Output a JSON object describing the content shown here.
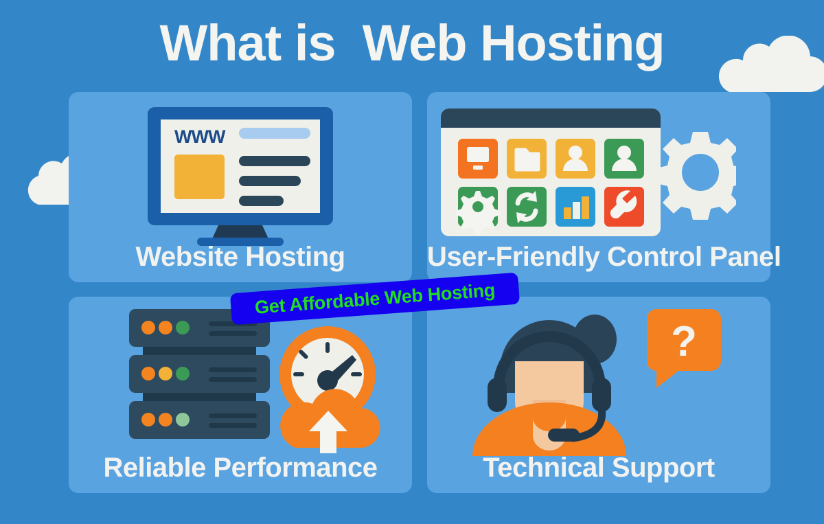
{
  "page": {
    "title": "What is  Web Hosting",
    "background_color": "#3387C9",
    "card_color": "#59A3E0",
    "title_color": "#F4F4F0"
  },
  "decor": {
    "cloud_left": "cloud-icon",
    "cloud_top_right": "cloud-icon",
    "cloud_color": "#F2F2EE"
  },
  "cards": [
    {
      "id": "website-hosting",
      "label": "Website Hosting",
      "art": "monitor-website-icon",
      "monitor": {
        "www_text": "WWW",
        "www_color": "#1B4B8A",
        "url_bar_color": "#A8CCF0",
        "image_block_color": "#F2B237",
        "text_line_color": "#2B4559",
        "screen_color": "#F0F0EA",
        "bezel_color": "#1B5FA8",
        "stand_color": "#1F3A52"
      }
    },
    {
      "id": "control-panel",
      "label": "User-Friendly Control Panel",
      "art": "control-panel-window-icon",
      "window": {
        "titlebar_color": "#2B4559",
        "body_color": "#F0F0EA",
        "gear_color": "#F0F0EA"
      },
      "tiles": [
        {
          "name": "monitor-tile",
          "icon": "monitor-icon",
          "color": "#F37321"
        },
        {
          "name": "folder-tile",
          "icon": "folder-icon",
          "color": "#F2B237"
        },
        {
          "name": "user-tile",
          "icon": "user-icon",
          "color": "#F2B237"
        },
        {
          "name": "accounts-tile",
          "icon": "user-icon",
          "color": "#3C9A57"
        },
        {
          "name": "settings-tile",
          "icon": "gear-icon",
          "color": "#3C9A57"
        },
        {
          "name": "backup-tile",
          "icon": "refresh-icon",
          "color": "#3C9A57"
        },
        {
          "name": "stats-tile",
          "icon": "bar-chart-icon",
          "color": "#2A9AD6"
        },
        {
          "name": "tools-tile",
          "icon": "wrench-icon",
          "color": "#EE4B2B"
        }
      ]
    },
    {
      "id": "reliable-performance",
      "label": "Reliable Performance",
      "art": "server-rack-and-speedometer-icon",
      "server": {
        "unit_color": "#2D4A5E",
        "line_color": "#20394A",
        "units": [
          {
            "leds": [
              "#F4841F",
              "#F4841F",
              "#3C9A57"
            ]
          },
          {
            "leds": [
              "#F4841F",
              "#F2B237",
              "#3C9A57"
            ]
          },
          {
            "leds": [
              "#F4841F",
              "#F4841F",
              "#8FC79B"
            ]
          }
        ]
      },
      "gauge": {
        "ring_color": "#F5801F",
        "face_color": "#F0F0EA",
        "needle_color": "#22394B",
        "cloud_color": "#F5801F",
        "arrow_color": "#F4F4F0"
      }
    },
    {
      "id": "technical-support",
      "label": "Technical Support",
      "art": "support-agent-icon",
      "agent": {
        "hair_color": "#2A4356",
        "skin_color": "#F5C9A0",
        "shirt_color": "#F5801F",
        "headset_color": "#22394B"
      },
      "bubble": {
        "glyph": "?",
        "color": "#F5801F",
        "glyph_color": "#F2F2EE"
      }
    }
  ],
  "promo": {
    "text": "Get Affordable Web Hosting",
    "background_color": "#1500F0",
    "text_color": "#22DD22"
  }
}
